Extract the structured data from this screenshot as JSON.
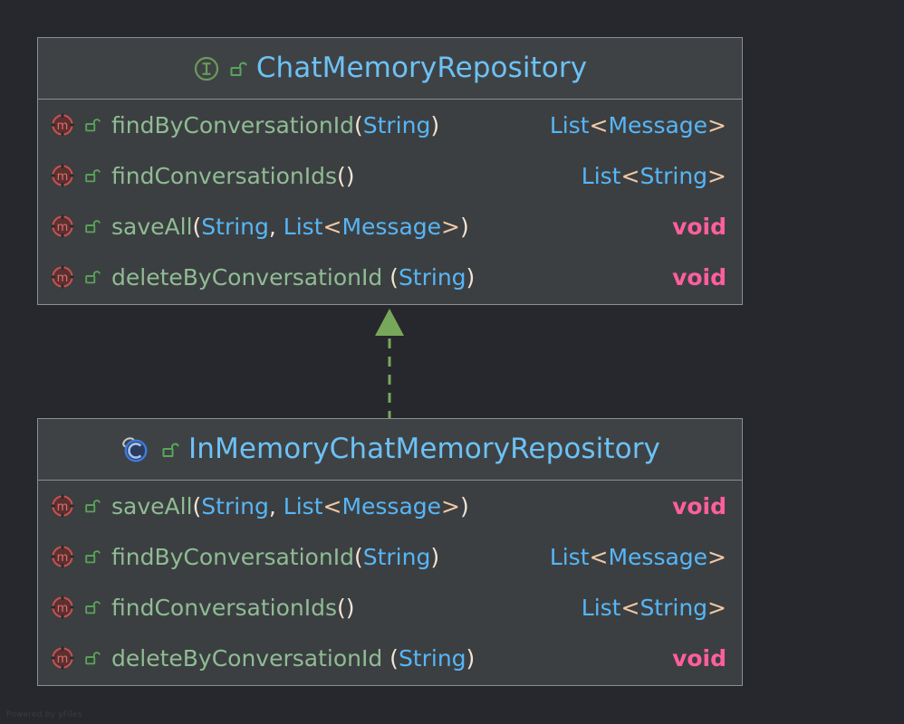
{
  "canvas": {
    "background": "#27282d",
    "watermark": "Powered by yFiles"
  },
  "theme": {
    "node_fill": "#3c3f41",
    "node_header_fill": "#3f4245",
    "node_border": "#8c8f91",
    "title_color": "#6cc2f5",
    "method_name_color": "#8fbc94",
    "punct_color": "#f2e4d4",
    "type_color": "#56b6f7",
    "angle_color": "#f0c9a6",
    "void_color": "#ff5f9e",
    "interface_icon_color": "#6a9b5a",
    "class_icon_color": "#3d7ce0",
    "method_icon_color": "#c8524f",
    "lock_icon_color": "#5aa55a",
    "edge_color": "#77a85a"
  },
  "diagram": {
    "type": "uml-class-diagram",
    "nodes": [
      {
        "id": "interface-node",
        "title": "ChatMemoryRepository",
        "stereotype": "interface",
        "type_icon": "interface-icon",
        "visibility_icon": "unlocked-padlock-icon",
        "members": [
          {
            "icon": "method-icon",
            "visibility_icon": "unlocked-padlock-icon",
            "name": "findByConversationId",
            "open_paren": "(",
            "params": [
              {
                "type": "String"
              }
            ],
            "close_paren": ")",
            "return_type": "List",
            "return_generic_open": "<",
            "return_generic": "Message",
            "return_generic_close": ">",
            "return_kind": "generic"
          },
          {
            "icon": "method-icon",
            "visibility_icon": "unlocked-padlock-icon",
            "name": "findConversationIds",
            "open_paren": "(",
            "params": [],
            "close_paren": ")",
            "return_type": "List",
            "return_generic_open": "<",
            "return_generic": "String",
            "return_generic_close": ">",
            "return_kind": "generic"
          },
          {
            "icon": "method-icon",
            "visibility_icon": "unlocked-padlock-icon",
            "name": "saveAll",
            "open_paren": "(",
            "params": [
              {
                "type": "String"
              },
              {
                "type": "List",
                "generic_open": "<",
                "generic": "Message",
                "generic_close": ">"
              }
            ],
            "close_paren": ")",
            "return_type": "void",
            "return_kind": "void"
          },
          {
            "icon": "method-icon",
            "visibility_icon": "unlocked-padlock-icon",
            "name": "deleteByConversationId",
            "open_paren": "(",
            "params": [
              {
                "type": "String"
              }
            ],
            "close_paren": ")",
            "return_type": "void",
            "return_kind": "void"
          }
        ]
      },
      {
        "id": "class-node",
        "title": "InMemoryChatMemoryRepository",
        "stereotype": "class",
        "type_icon": "class-bean-icon",
        "visibility_icon": "unlocked-padlock-icon",
        "members": [
          {
            "icon": "method-icon",
            "visibility_icon": "unlocked-padlock-icon",
            "name": "saveAll",
            "open_paren": "(",
            "params": [
              {
                "type": "String"
              },
              {
                "type": "List",
                "generic_open": "<",
                "generic": "Message",
                "generic_close": ">"
              }
            ],
            "close_paren": ")",
            "return_type": "void",
            "return_kind": "void"
          },
          {
            "icon": "method-icon",
            "visibility_icon": "unlocked-padlock-icon",
            "name": "findByConversationId",
            "open_paren": "(",
            "params": [
              {
                "type": "String"
              }
            ],
            "close_paren": ")",
            "return_type": "List",
            "return_generic_open": "<",
            "return_generic": "Message",
            "return_generic_close": ">",
            "return_kind": "generic"
          },
          {
            "icon": "method-icon",
            "visibility_icon": "unlocked-padlock-icon",
            "name": "findConversationIds",
            "open_paren": "(",
            "params": [],
            "close_paren": ")",
            "return_type": "List",
            "return_generic_open": "<",
            "return_generic": "String",
            "return_generic_close": ">",
            "return_kind": "generic"
          },
          {
            "icon": "method-icon",
            "visibility_icon": "unlocked-padlock-icon",
            "name": "deleteByConversationId",
            "open_paren": "(",
            "params": [
              {
                "type": "String"
              }
            ],
            "close_paren": ")",
            "return_type": "void",
            "return_kind": "void"
          }
        ]
      }
    ],
    "edges": [
      {
        "id": "realization-edge",
        "kind": "realization",
        "style": "dashed",
        "arrowhead": "filled-triangle",
        "from": "class-node",
        "to": "interface-node",
        "color": "#77a85a"
      }
    ]
  }
}
